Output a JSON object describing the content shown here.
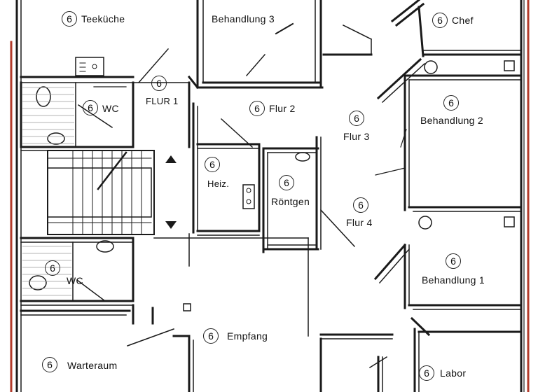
{
  "floor_plan": {
    "unit_marker": "6",
    "rooms": [
      {
        "id": "teekueche",
        "name": "Teeküche"
      },
      {
        "id": "behandlung-3",
        "name": "Behandlung 3"
      },
      {
        "id": "chef",
        "name": "Chef"
      },
      {
        "id": "wc-upper",
        "name": "WC"
      },
      {
        "id": "flur-1",
        "name": "FLUR 1"
      },
      {
        "id": "flur-2",
        "name": "Flur 2"
      },
      {
        "id": "flur-3",
        "name": "Flur 3"
      },
      {
        "id": "behandlung-2",
        "name": "Behandlung 2"
      },
      {
        "id": "heiz",
        "name": "Heiz."
      },
      {
        "id": "roentgen",
        "name": "Röntgen"
      },
      {
        "id": "flur-4",
        "name": "Flur 4"
      },
      {
        "id": "wc-lower",
        "name": "WC"
      },
      {
        "id": "behandlung-1",
        "name": "Behandlung 1"
      },
      {
        "id": "empfang",
        "name": "Empfang"
      },
      {
        "id": "warteraum",
        "name": "Warteraum"
      },
      {
        "id": "labor",
        "name": "Labor"
      }
    ]
  },
  "colors": {
    "wall": "#1a1a1a",
    "exterior_edge": "#b23a2a",
    "tile": "#9a9a9a",
    "paper": "#ffffff"
  }
}
